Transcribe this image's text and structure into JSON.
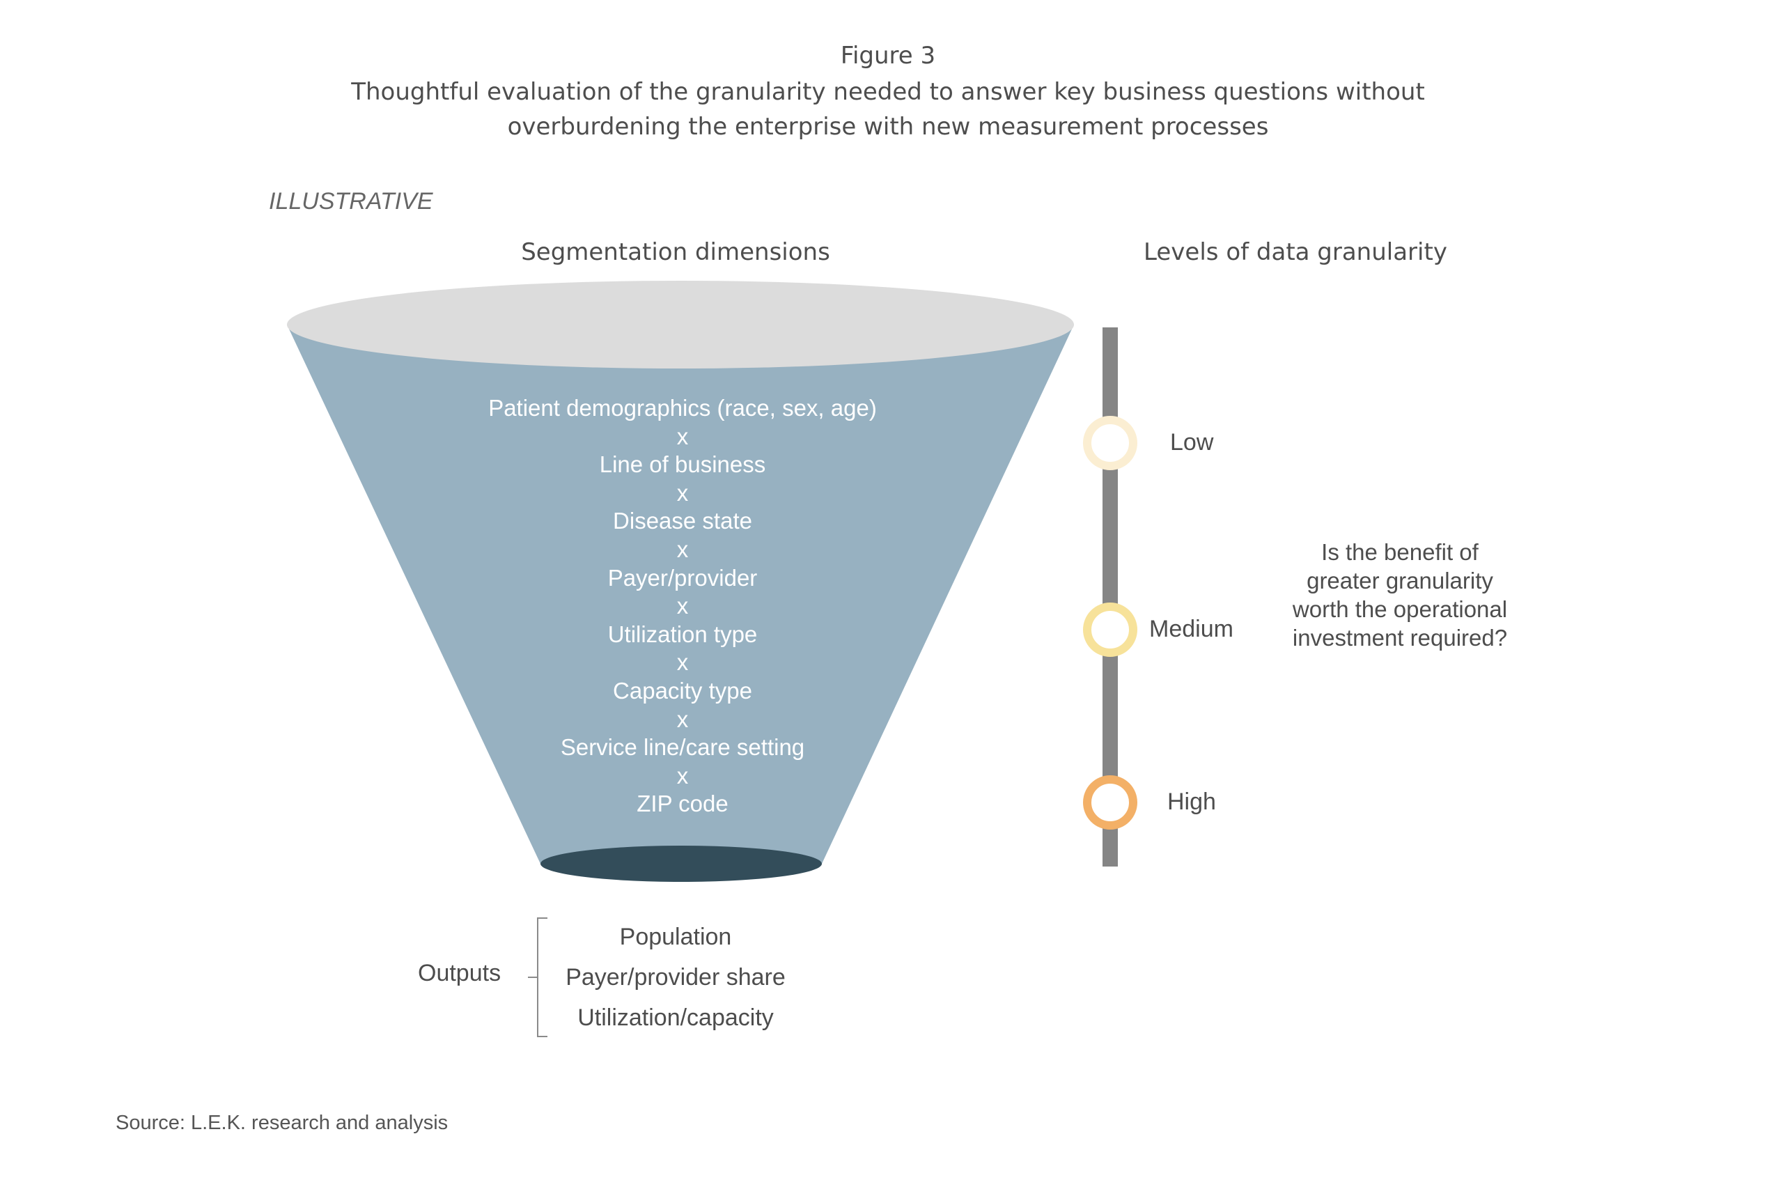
{
  "header": {
    "figure_label": "Figure 3",
    "title_line1": "Thoughtful evaluation of the granularity needed to answer key business questions without",
    "title_line2": "overburdening the enterprise with new measurement processes",
    "illustrative": "ILLUSTRATIVE"
  },
  "funnel": {
    "header": "Segmentation dimensions",
    "items": [
      "Patient demographics (race, sex, age)",
      "x",
      "Line of business",
      "x",
      "Disease state",
      "x",
      "Payer/provider",
      "x",
      "Utilization type",
      "x",
      "Capacity type",
      "x",
      "Service line/care setting",
      "x",
      "ZIP code"
    ],
    "colors": {
      "top": "#dcdcdc",
      "body": "#97b1c1",
      "bottom": "#334d5a"
    }
  },
  "granularity": {
    "header": "Levels of data granularity",
    "levels": [
      {
        "label": "Low",
        "color": "#fbeed2"
      },
      {
        "label": "Medium",
        "color": "#f7e29a"
      },
      {
        "label": "High",
        "color": "#f3b067"
      }
    ],
    "bar_color": "#858585",
    "question": [
      "Is the benefit of",
      "greater granularity",
      "worth the operational",
      "investment required?"
    ]
  },
  "outputs": {
    "label": "Outputs",
    "items": [
      "Population",
      "Payer/provider share",
      "Utilization/capacity"
    ]
  },
  "source": "Source: L.E.K. research and analysis"
}
